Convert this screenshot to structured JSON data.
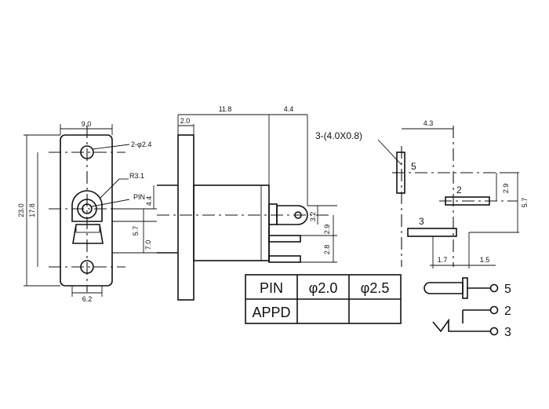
{
  "front_view": {
    "width_top": "9.0",
    "hole_callout": "2-φ2.4",
    "radius_callout": "R3.1",
    "pin_callout": "PIN",
    "height_total": "23.0",
    "hole_pitch": "17.8",
    "width_bottom": "6.2",
    "offset_upper": "5.7",
    "offset_lower": "7.0",
    "center_height": "4.4"
  },
  "side_view": {
    "flange": "2.0",
    "body_length": "11.8",
    "tab_length": "4.4",
    "dim_a": "3.2",
    "dim_b": "2.9",
    "dim_c": "2.8"
  },
  "pin_view": {
    "callout": "3-(4.0X0.8)",
    "spacing_top": "4.3",
    "pin_label_5": "5",
    "pin_label_2": "2",
    "pin_label_3": "3",
    "dim_29": "2.9",
    "dim_57": "5.7",
    "dim_17": "1.7",
    "dim_15": "1.5"
  },
  "table": {
    "row1": [
      "PIN",
      "φ2.0",
      "φ2.5"
    ],
    "row2": [
      "APPD",
      "",
      ""
    ]
  },
  "schematic": {
    "terminals": [
      "5",
      "2",
      "3"
    ]
  }
}
